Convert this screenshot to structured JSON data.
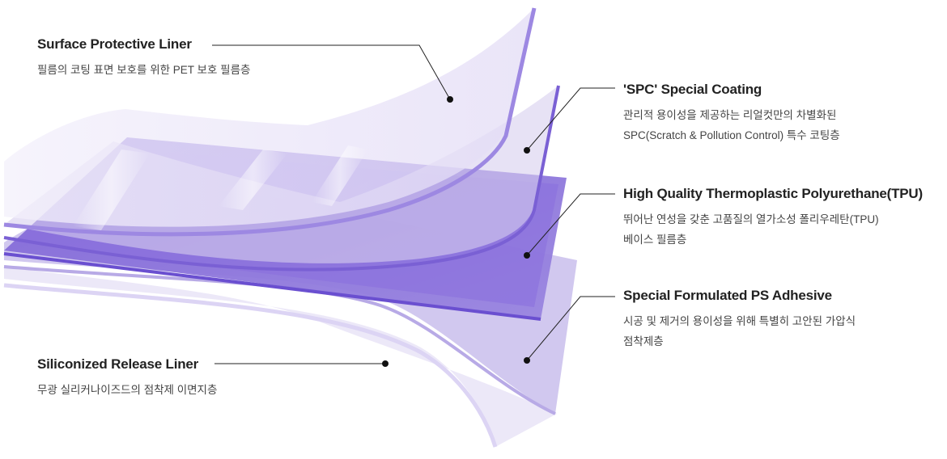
{
  "layers": [
    {
      "title": "Surface Protective Liner",
      "desc": [
        "필름의 코팅 표면 보호를 위한 PET 보호 필름층"
      ]
    },
    {
      "title": "'SPC' Special Coating",
      "desc": [
        "관리적 용이성을 제공하는 리얼컷만의 차별화된",
        "SPC(Scratch & Pollution Control) 특수 코팅층"
      ]
    },
    {
      "title": "High Quality Thermoplastic Polyurethane(TPU)",
      "desc": [
        "뛰어난 연성을 갖춘 고품질의 열가소성 폴리우레탄(TPU)",
        "베이스 필름층"
      ]
    },
    {
      "title": "Special Formulated PS Adhesive",
      "desc": [
        "시공 및 제거의 용이성을 위해 특별히 고안된 가압식",
        "점착제층"
      ]
    },
    {
      "title": "Siliconized Release Liner",
      "desc": [
        "무광 실리커나이즈드의 점착제 이면지층"
      ]
    }
  ],
  "colors": {
    "accent": "#6a4fd0",
    "layer_light": "#e6e1f6",
    "layer_mid": "#cdc3ee",
    "layer_deep": "#8c74db",
    "text": "#222222"
  }
}
